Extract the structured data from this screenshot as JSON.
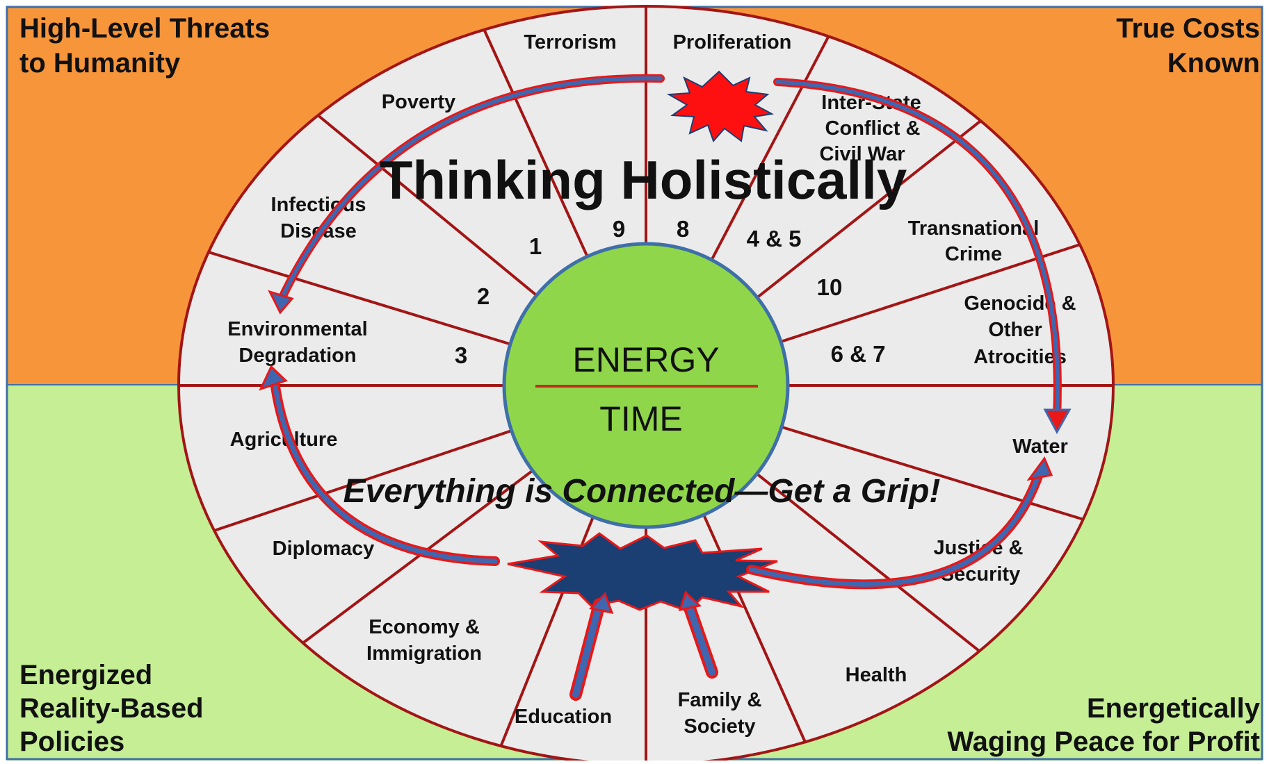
{
  "colors": {
    "top_band": "#F7953B",
    "bottom_band": "#C5EE95",
    "wheel_fill": "#EBEBEB",
    "spoke": "#A31515",
    "hub_fill": "#8FD64A",
    "hub_stroke": "#3E6FA8",
    "red_star": "#FF1010",
    "navy_star": "#1B3E73",
    "blue_arrow": "#3F66AF",
    "red_arrow": "#E81818"
  },
  "corners": {
    "top_left": [
      "High-Level Threats",
      "to Humanity"
    ],
    "top_right": [
      "True Costs",
      "Known"
    ],
    "bottom_left": [
      "Energized",
      "Reality-Based",
      "Policies"
    ],
    "bottom_right": [
      "Energetically",
      "Waging Peace for Profit"
    ]
  },
  "title": "Thinking Holistically",
  "tagline": "Everything is Connected—Get a Grip!",
  "hub": {
    "top": "ENERGY",
    "bottom": "TIME"
  },
  "threats": {
    "terrorism": "Terrorism",
    "proliferation": "Proliferation",
    "poverty": "Poverty",
    "interstate": [
      "Inter-State",
      "Conflict &",
      "Civil War"
    ],
    "infectious": [
      "Infectious",
      "Disease"
    ],
    "transnational": [
      "Transnational",
      "Crime"
    ],
    "environmental": [
      "Environmental",
      "Degradation"
    ],
    "genocide": [
      "Genocide &",
      "Other",
      "Atrocities"
    ]
  },
  "policies": {
    "agriculture": "Agriculture",
    "water": "Water",
    "diplomacy": "Diplomacy",
    "justice": [
      "Justice &",
      "Security"
    ],
    "economy": [
      "Economy &",
      "Immigration"
    ],
    "health": "Health",
    "education": "Education",
    "family": [
      "Family &",
      "Society"
    ]
  },
  "numbers": {
    "n9": "9",
    "n8": "8",
    "n1": "1",
    "n45": "4 & 5",
    "n2": "2",
    "n10": "10",
    "n3": "3",
    "n67": "6 & 7"
  }
}
